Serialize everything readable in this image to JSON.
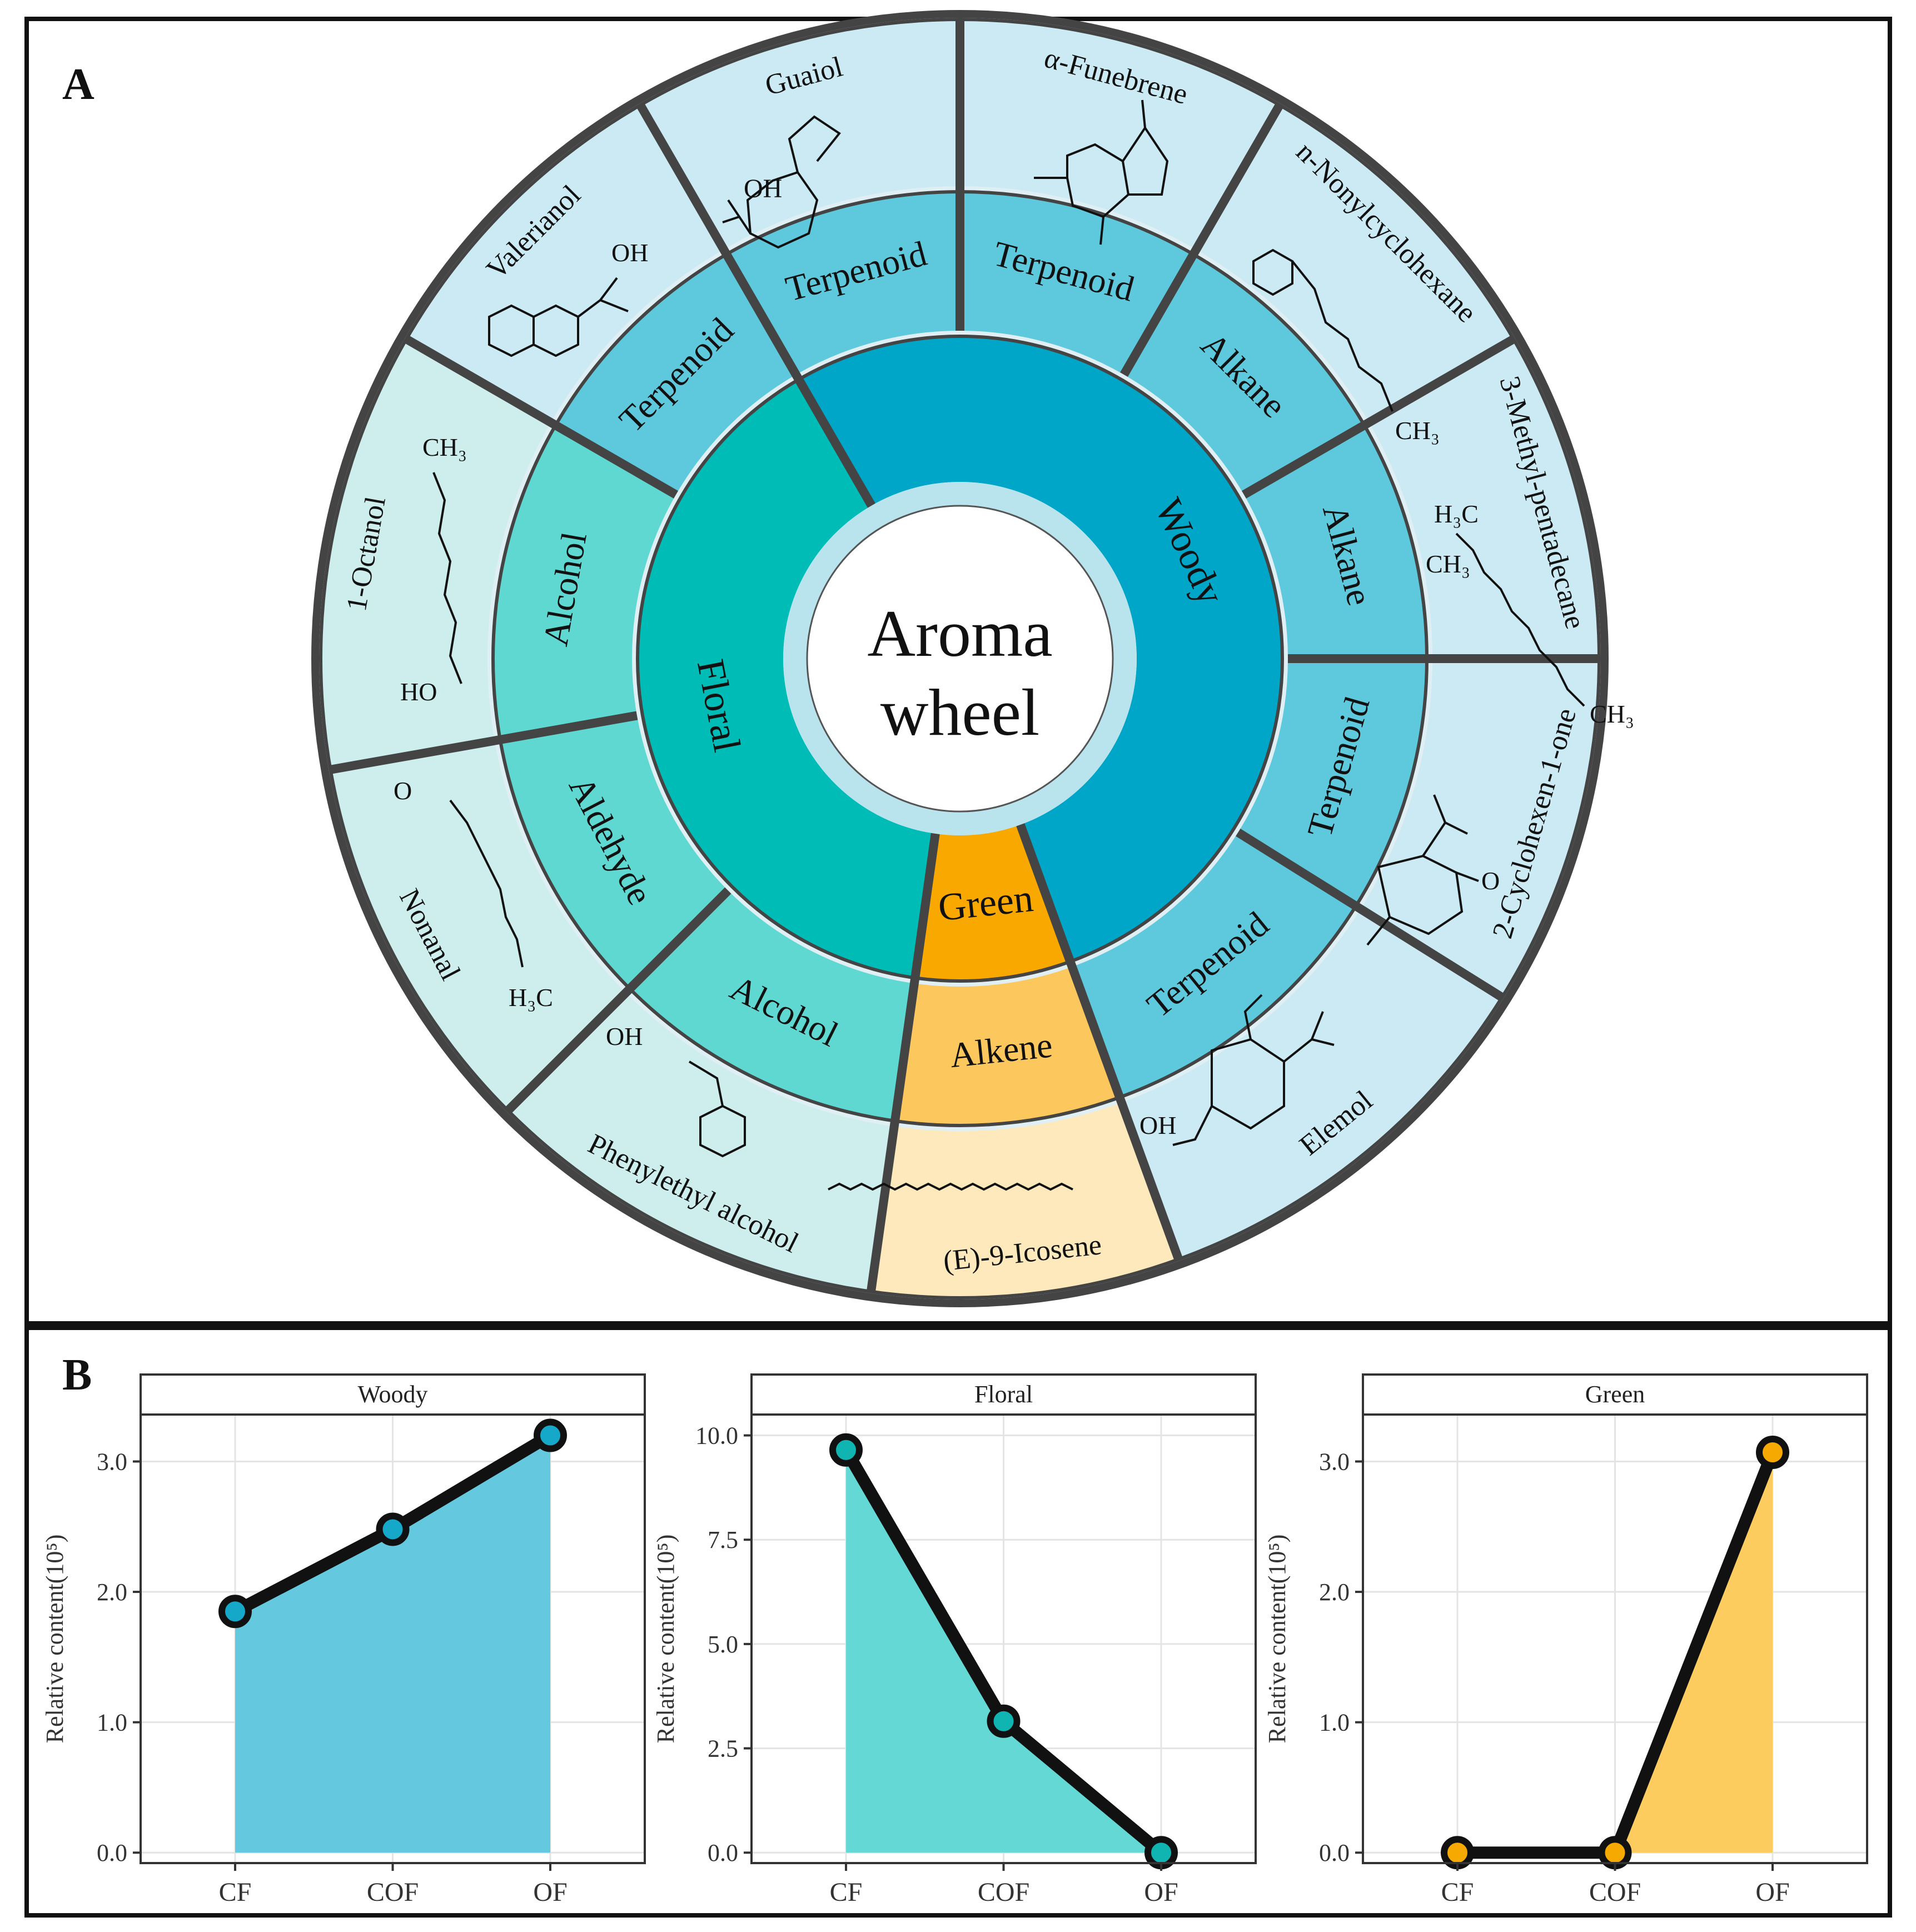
{
  "panels": {
    "a": "A",
    "b": "B"
  },
  "wheel": {
    "center": [
      "Aroma",
      "wheel"
    ],
    "inner": [
      {
        "label": "Woody",
        "color": "#00a6c8",
        "start": 330,
        "end": 520
      },
      {
        "label": "Green",
        "color": "#f9a800",
        "start": 520,
        "end": 548
      },
      {
        "label": "Floral",
        "color": "#00bcb6",
        "start": 548,
        "end": 690
      }
    ],
    "middle": [
      {
        "label": "Terpenoid",
        "color": "#5ec8dc",
        "start": 330,
        "end": 360
      },
      {
        "label": "Terpenoid",
        "color": "#5ec8dc",
        "start": 360,
        "end": 390
      },
      {
        "label": "Alkane",
        "color": "#5ec8dc",
        "start": 390,
        "end": 420
      },
      {
        "label": "Alkane",
        "color": "#5ec8dc",
        "start": 420,
        "end": 450
      },
      {
        "label": "Terpenoid",
        "color": "#5ec8dc",
        "start": 450,
        "end": 482
      },
      {
        "label": "Terpenoid",
        "color": "#5ec8dc",
        "start": 482,
        "end": 520
      },
      {
        "label": "Alkene",
        "color": "#fcc75c",
        "start": 520,
        "end": 548
      },
      {
        "label": "Alcohol",
        "color": "#5fd8d2",
        "start": 548,
        "end": 585
      },
      {
        "label": "Aldehyde",
        "color": "#5fd8d2",
        "start": 585,
        "end": 620
      },
      {
        "label": "Alcohol",
        "color": "#5fd8d2",
        "start": 620,
        "end": 660
      },
      {
        "label": "Terpenoid",
        "color": "#5ec8dc",
        "start": 660,
        "end": 690
      }
    ],
    "outer": [
      {
        "label": "Guaiol",
        "color": "#cbeaf3",
        "start": 330,
        "end": 360
      },
      {
        "label": "α-Funebrene",
        "color": "#cbeaf3",
        "start": 360,
        "end": 390
      },
      {
        "label": "n-Nonylcyclohexane",
        "color": "#cbeaf3",
        "start": 390,
        "end": 420
      },
      {
        "label": "3-Methyl-pentadecane",
        "color": "#cbeaf3",
        "start": 420,
        "end": 450
      },
      {
        "label": "2-Cyclohexen-1-one",
        "color": "#cbeaf3",
        "start": 450,
        "end": 482
      },
      {
        "label": "Elemol",
        "color": "#cbeaf3",
        "start": 482,
        "end": 520
      },
      {
        "label": "(E)-9-Icosene",
        "color": "#fde9bb",
        "start": 520,
        "end": 548
      },
      {
        "label": "Phenylethyl alcohol",
        "color": "#cdeeed",
        "start": 548,
        "end": 585
      },
      {
        "label": "Nonanal",
        "color": "#cdeeed",
        "start": 585,
        "end": 620
      },
      {
        "label": "1-Octanol",
        "color": "#cdeeed",
        "start": 620,
        "end": 660
      },
      {
        "label": "Valerianol",
        "color": "#cbeaf3",
        "start": 660,
        "end": 690
      }
    ],
    "formula_text": {
      "oh": "OH",
      "ho": "HO",
      "o": "O",
      "ch3": "CH₃",
      "h3c": "H₃C"
    }
  },
  "chart_data": [
    {
      "type": "area",
      "title": "Woody",
      "categories": [
        "CF",
        "COF",
        "OF"
      ],
      "values": [
        1.85,
        2.48,
        3.2
      ],
      "ylabel": "Relative content(10⁵)",
      "ylim": [
        -0.08,
        3.36
      ],
      "yticks": [
        0.0,
        1.0,
        2.0,
        3.0
      ],
      "ytick_labels": [
        "0.0",
        "1.0",
        "2.0",
        "3.0"
      ],
      "fill_color": "#64c9df",
      "point_color": "#16a8c9",
      "grid": true
    },
    {
      "type": "area",
      "title": "Floral",
      "categories": [
        "CF",
        "COF",
        "OF"
      ],
      "values": [
        9.65,
        3.15,
        0.0
      ],
      "ylabel": "Relative content(10⁵)",
      "ylim": [
        -0.25,
        10.5
      ],
      "yticks": [
        0.0,
        2.5,
        5.0,
        7.5,
        10.0
      ],
      "ytick_labels": [
        "0.0",
        "2.5",
        "5.0",
        "7.5",
        "10.0"
      ],
      "fill_color": "#63d8d4",
      "point_color": "#10b4b0",
      "grid": true
    },
    {
      "type": "area",
      "title": "Green",
      "categories": [
        "CF",
        "COF",
        "OF"
      ],
      "values": [
        0.0,
        0.0,
        3.07
      ],
      "ylabel": "Relative content(10⁵)",
      "ylim": [
        -0.08,
        3.36
      ],
      "yticks": [
        0.0,
        1.0,
        2.0,
        3.0
      ],
      "ytick_labels": [
        "0.0",
        "1.0",
        "2.0",
        "3.0"
      ],
      "fill_color": "#fccd5e",
      "point_color": "#f6a900",
      "grid": true
    }
  ]
}
